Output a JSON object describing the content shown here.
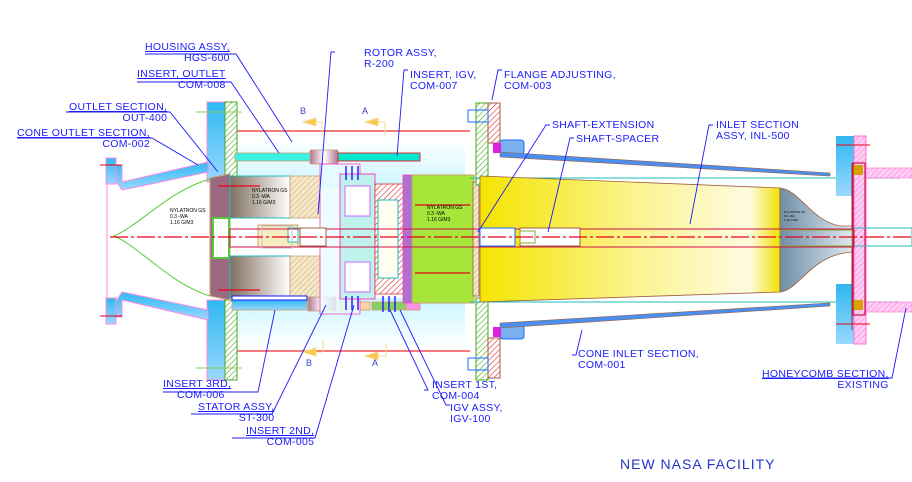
{
  "drawing": {
    "title": "NEW NASA FACILITY",
    "callouts": [
      {
        "id": "housing-assy",
        "line1": "HOUSING ASSY,",
        "line2": "HGS-600"
      },
      {
        "id": "insert-outlet",
        "line1": "INSERT, OUTLET",
        "line2": "COM-008"
      },
      {
        "id": "outlet-section",
        "line1": "OUTLET SECTION,",
        "line2": "OUT-400"
      },
      {
        "id": "cone-outlet-section",
        "line1": "CONE OUTLET SECTION,",
        "line2": "COM-002"
      },
      {
        "id": "rotor-assy",
        "line1": "ROTOR ASSY,",
        "line2": "R-200"
      },
      {
        "id": "insert-igv",
        "line1": "INSERT, IGV,",
        "line2": "COM-007"
      },
      {
        "id": "flange-adjusting",
        "line1": "FLANGE ADJUSTING,",
        "line2": "COM-003"
      },
      {
        "id": "shaft-extension",
        "line1": "SHAFT-EXTENSION",
        "line2": ""
      },
      {
        "id": "shaft-spacer",
        "line1": "SHAFT-SPACER",
        "line2": ""
      },
      {
        "id": "inlet-section",
        "line1": "INLET SECTION",
        "line2": "ASSY, INL-500"
      },
      {
        "id": "insert-3rd",
        "line1": "INSERT 3RD,",
        "line2": "COM-006"
      },
      {
        "id": "stator-assy",
        "line1": "STATOR ASSY,",
        "line2": "ST-300"
      },
      {
        "id": "insert-2nd",
        "line1": "INSERT 2ND,",
        "line2": "COM-005"
      },
      {
        "id": "insert-1st",
        "line1": "INSERT 1ST,",
        "line2": "COM-004"
      },
      {
        "id": "igv-assy",
        "line1": "IGV ASSY,",
        "line2": "IGV-100"
      },
      {
        "id": "cone-inlet-section",
        "line1": "CONE INLET SECTION,",
        "line2": "COM-001"
      },
      {
        "id": "honeycomb-section",
        "line1": "HONEYCOMB SECTION,",
        "line2": "EXISTING"
      }
    ],
    "section_markers": [
      "B",
      "A",
      "B",
      "A"
    ],
    "material_note": {
      "line1": "NYLATRON GS",
      "line2": "0.3 -WA",
      "line3": "1.16 G/M3"
    },
    "colors": {
      "callout": "#1a1aff",
      "centerline": "#e8001c",
      "housing": "#d9fbff",
      "nose": "#44c8ff",
      "inlet_cone": "#f2e200",
      "hub_green": "#a6e63a",
      "flange_pink": "#ff88e0",
      "hatch_green": "#44aa22"
    }
  }
}
